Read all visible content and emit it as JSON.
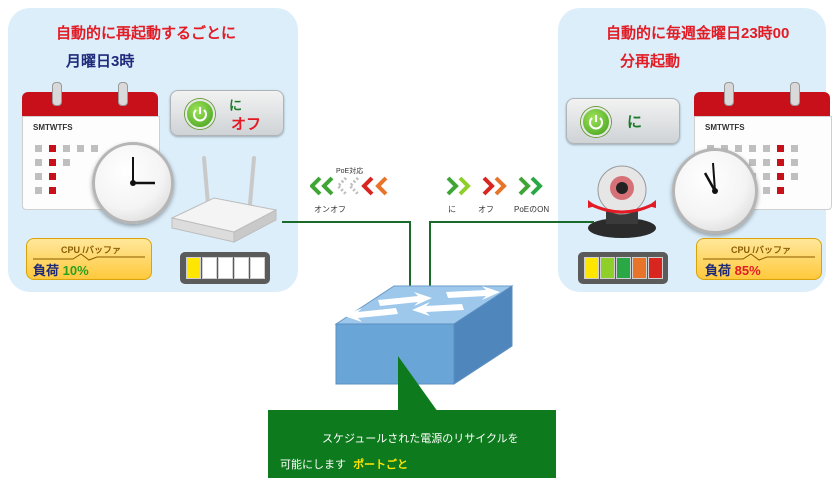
{
  "left": {
    "title_line1": "自動的に再起動するごとに",
    "title_line2": "月曜日3時",
    "calendar_days": "SMTWTFS",
    "power_state_line1": "に",
    "power_state_line2": "オフ",
    "load_title": "CPU /バッファ",
    "load_label": "負荷",
    "load_value": "10%",
    "load_level": 0.1
  },
  "right": {
    "title_line1": "自動的に毎週金曜日23時00",
    "title_line2": "分再起動",
    "calendar_days": "SMTWTFS",
    "power_state": "に",
    "load_title": "CPU /バッファ",
    "load_label": "負荷",
    "load_value": "85%",
    "load_level": 0.85
  },
  "arrows_left": {
    "caption": "PoE対応",
    "label": "オンオフ"
  },
  "arrows_right": {
    "label_on": "に",
    "label_off": "オフ",
    "label_poe": "PoEのON"
  },
  "bubble": {
    "line1": "スケジュールされた電源のリサイクルを",
    "line2_prefix": "可能にします",
    "line2_highlight": "ポートごと"
  },
  "colors": {
    "panel": "#dbeefa",
    "accent_red": "#e21b24",
    "accent_blue": "#1f2b7a",
    "green": "#0d7a1d",
    "highlight_yellow": "#ffe600"
  }
}
